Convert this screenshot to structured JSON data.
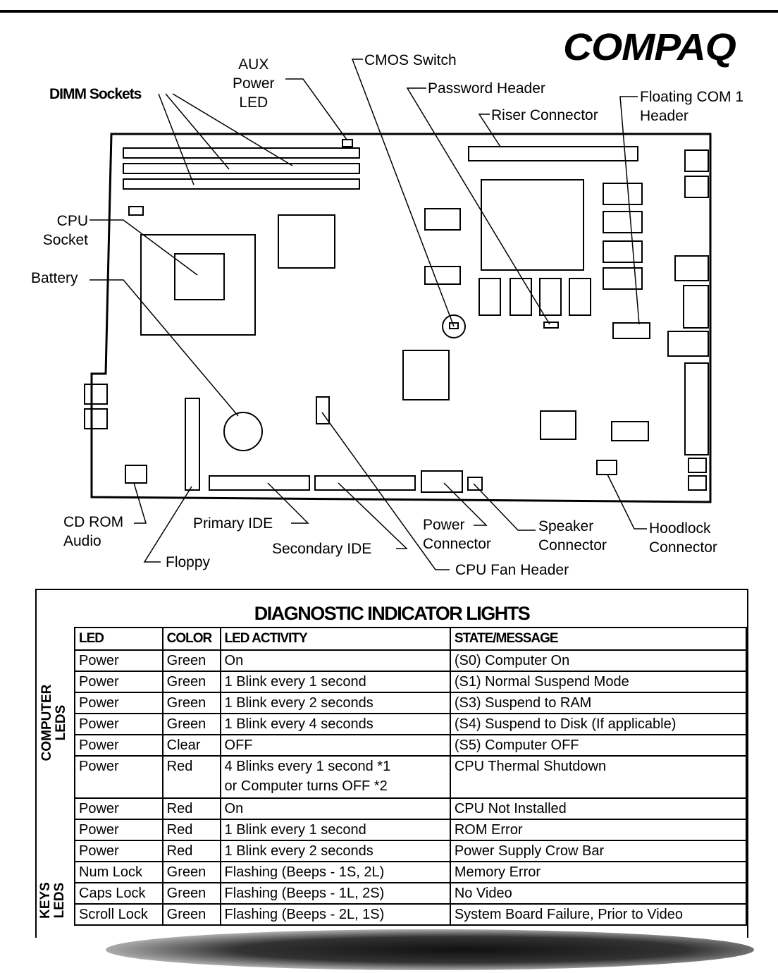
{
  "logo": "COMPAQ",
  "diagram": {
    "labels": {
      "aux_power_led": "AUX\nPower\nLED",
      "cmos_switch": "CMOS Switch",
      "dimm_sockets": "DIMM Sockets",
      "password_header": "Password Header",
      "floating_com1": "Floating COM 1\nHeader",
      "riser_connector": "Riser Connector",
      "cpu_socket": "CPU\nSocket",
      "battery": "Battery",
      "cd_rom_audio": "CD ROM\nAudio",
      "floppy": "Floppy",
      "primary_ide": "Primary IDE",
      "secondary_ide": "Secondary IDE",
      "power_connector": "Power\nConnector",
      "speaker_connector": "Speaker\nConnector",
      "hoodlock_connector": "Hoodlock\nConnector",
      "cpu_fan_header": "CPU Fan Header"
    }
  },
  "table": {
    "title": "DIAGNOSTIC INDICATOR LIGHTS",
    "headers": [
      "LED",
      "COLOR",
      "LED ACTIVITY",
      "STATE/MESSAGE"
    ],
    "groups": {
      "computer": "COMPUTER\nLEDS",
      "keys": "KEYS\nLEDS"
    },
    "rows": [
      {
        "led": "Power",
        "color": "Green",
        "activity": "On",
        "state": "(S0) Computer On"
      },
      {
        "led": "Power",
        "color": "Green",
        "activity": "1 Blink every 1 second",
        "state": "(S1) Normal Suspend Mode"
      },
      {
        "led": "Power",
        "color": "Green",
        "activity": "1 Blink every 2 seconds",
        "state": "(S3) Suspend to RAM"
      },
      {
        "led": "Power",
        "color": "Green",
        "activity": "1 Blink every 4 seconds",
        "state": "(S4) Suspend to Disk (If applicable)"
      },
      {
        "led": "Power",
        "color": "Clear",
        "activity": "OFF",
        "state": "(S5) Computer OFF"
      },
      {
        "led": "Power",
        "color": "Red",
        "activity": "4 Blinks every 1 second *1\nor Computer turns OFF *2",
        "state": "CPU Thermal Shutdown"
      },
      {
        "led": "Power",
        "color": "Red",
        "activity": "On",
        "state": "CPU Not Installed"
      },
      {
        "led": "Power",
        "color": "Red",
        "activity": "1 Blink every 1 second",
        "state": "ROM Error"
      },
      {
        "led": "Power",
        "color": "Red",
        "activity": "1 Blink every 2 seconds",
        "state": "Power Supply Crow Bar"
      },
      {
        "led": "Num Lock",
        "color": "Green",
        "activity": "Flashing (Beeps - 1S, 2L)",
        "state": "Memory Error"
      },
      {
        "led": "Caps Lock",
        "color": "Green",
        "activity": "Flashing (Beeps - 1L, 2S)",
        "state": "No Video"
      },
      {
        "led": "Scroll Lock",
        "color": "Green",
        "activity": "Flashing (Beeps - 2L, 1S)",
        "state": "System Board Failure, Prior to Video"
      }
    ]
  }
}
